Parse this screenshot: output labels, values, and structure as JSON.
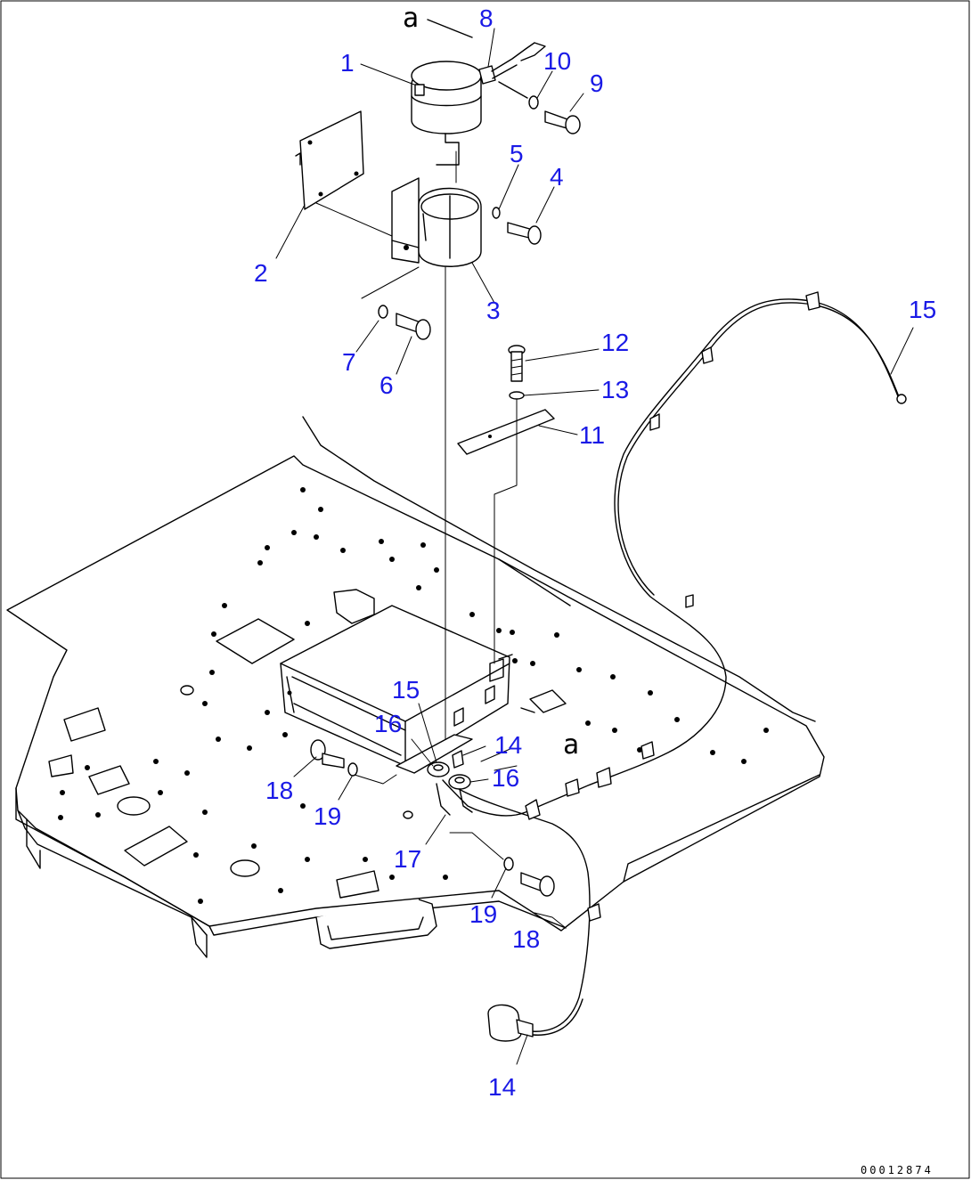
{
  "diagram": {
    "view_mark": "a",
    "drawing_number": "00012874",
    "callouts": [
      {
        "id": "c1",
        "text": "1"
      },
      {
        "id": "c2",
        "text": "2"
      },
      {
        "id": "c3",
        "text": "3"
      },
      {
        "id": "c4",
        "text": "4"
      },
      {
        "id": "c5",
        "text": "5"
      },
      {
        "id": "c6",
        "text": "6"
      },
      {
        "id": "c7",
        "text": "7"
      },
      {
        "id": "c8",
        "text": "8"
      },
      {
        "id": "c9",
        "text": "9"
      },
      {
        "id": "c10",
        "text": "10"
      },
      {
        "id": "c11",
        "text": "11"
      },
      {
        "id": "c12",
        "text": "12"
      },
      {
        "id": "c13",
        "text": "13"
      },
      {
        "id": "c14a",
        "text": "14"
      },
      {
        "id": "c14b",
        "text": "14"
      },
      {
        "id": "c15a",
        "text": "15"
      },
      {
        "id": "c15b",
        "text": "15"
      },
      {
        "id": "c16a",
        "text": "16"
      },
      {
        "id": "c16b",
        "text": "16"
      },
      {
        "id": "c17",
        "text": "17"
      },
      {
        "id": "c18a",
        "text": "18"
      },
      {
        "id": "c18b",
        "text": "18"
      },
      {
        "id": "c19a",
        "text": "19"
      },
      {
        "id": "c19b",
        "text": "19"
      }
    ],
    "callout_color": "#1a1ae6"
  }
}
